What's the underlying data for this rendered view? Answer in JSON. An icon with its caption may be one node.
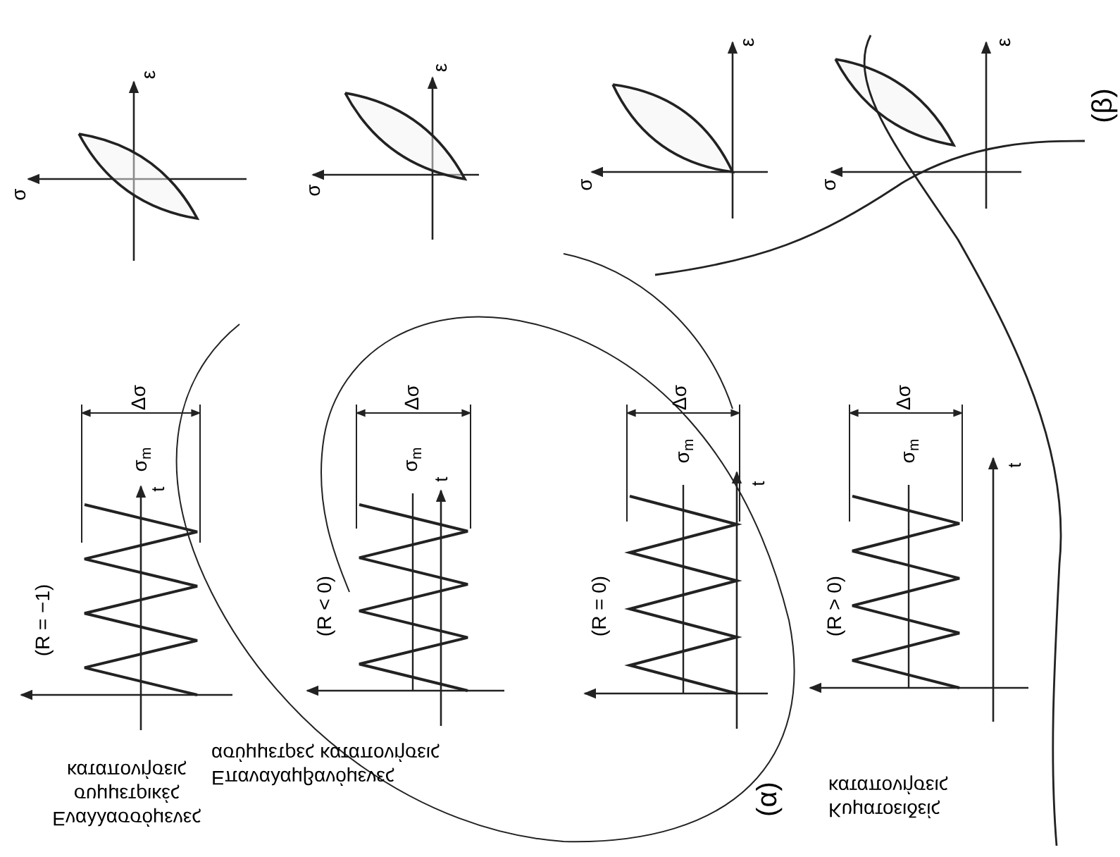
{
  "diagram": {
    "labels": [
      "Εναλλασσόμενες",
      "συμμετρικές",
      "καταπονήσεις",
      "Επαναλαμβανόμενες",
      "ασύμμετρες καταπονήσεις",
      "Κυματοειδείς",
      "καταπονήσεις",
      "(R = −1)",
      "(R < 0)",
      "(R = 0)",
      "(R > 0)",
      "Δσ",
      "Δσ",
      "Δσ",
      "Δσ",
      "σ$_{m}$",
      "σ$_{m}$",
      "σ$_{m}$",
      "σ$_{m}$",
      "t",
      "t",
      "t",
      "t",
      "σ",
      "σ",
      "σ",
      "σ",
      "ε",
      "ε",
      "ε",
      "ε",
      "(α)",
      "(β)"
    ]
  }
}
